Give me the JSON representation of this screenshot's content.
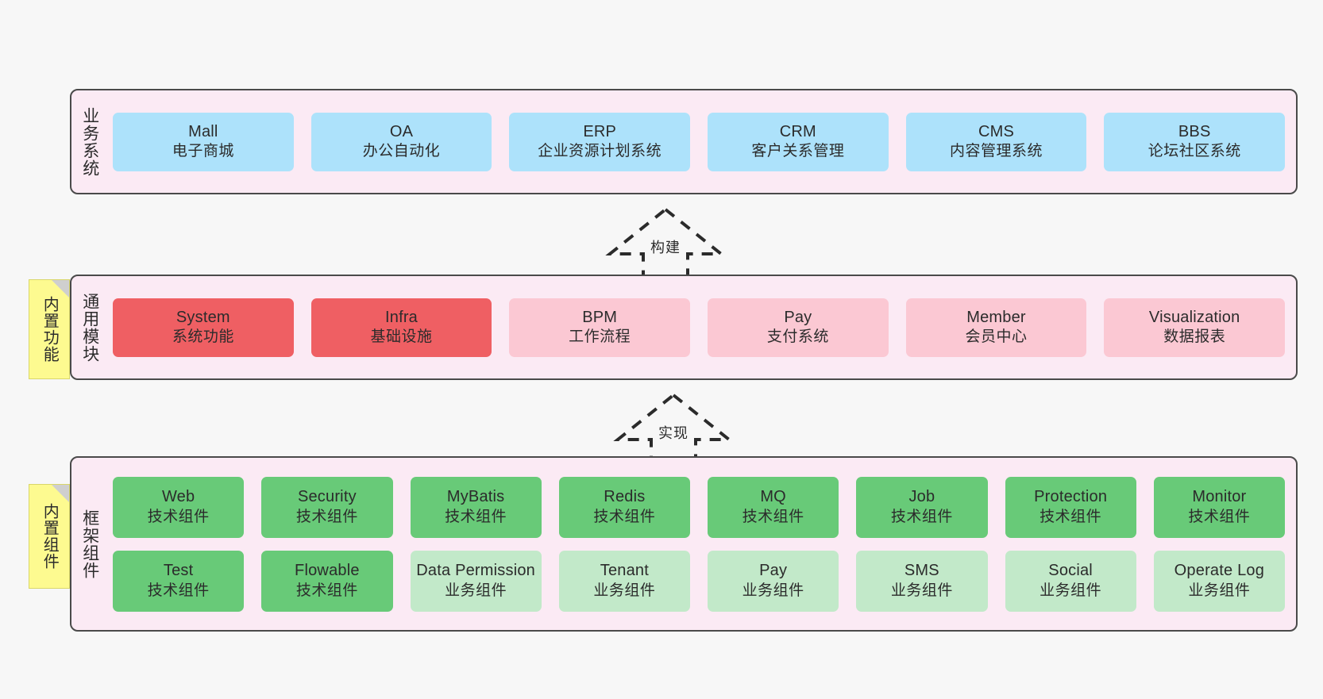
{
  "diagram": {
    "background_color": "#f7f7f7",
    "band_fill": "#fbeaf4",
    "band_border": "#4a4a4a",
    "sticky_color": "#fdfa90"
  },
  "layers": [
    {
      "id": "business",
      "title": "业务系统",
      "sticky": null,
      "rows": [
        {
          "cards": [
            {
              "en": "Mall",
              "cn": "电子商城",
              "color": "#ade2fb",
              "style": "blue"
            },
            {
              "en": "OA",
              "cn": "办公自动化",
              "color": "#ade2fb",
              "style": "blue"
            },
            {
              "en": "ERP",
              "cn": "企业资源计划系统",
              "color": "#ade2fb",
              "style": "blue"
            },
            {
              "en": "CRM",
              "cn": "客户关系管理",
              "color": "#ade2fb",
              "style": "blue"
            },
            {
              "en": "CMS",
              "cn": "内容管理系统",
              "color": "#ade2fb",
              "style": "blue"
            },
            {
              "en": "BBS",
              "cn": "论坛社区系统",
              "color": "#ade2fb",
              "style": "blue"
            }
          ]
        }
      ]
    },
    {
      "id": "common",
      "title": "通用模块",
      "sticky": "内置功能",
      "rows": [
        {
          "cards": [
            {
              "en": "System",
              "cn": "系统功能",
              "color": "#ef5f63",
              "style": "red"
            },
            {
              "en": "Infra",
              "cn": "基础设施",
              "color": "#ef5f63",
              "style": "red"
            },
            {
              "en": "BPM",
              "cn": "工作流程",
              "color": "#fbc8d3",
              "style": "pink"
            },
            {
              "en": "Pay",
              "cn": "支付系统",
              "color": "#fbc8d3",
              "style": "pink"
            },
            {
              "en": "Member",
              "cn": "会员中心",
              "color": "#fbc8d3",
              "style": "pink"
            },
            {
              "en": "Visualization",
              "cn": "数据报表",
              "color": "#fbc8d3",
              "style": "pink"
            }
          ]
        }
      ]
    },
    {
      "id": "framework",
      "title": "框架组件",
      "sticky": "内置组件",
      "rows": [
        {
          "cards": [
            {
              "en": "Web",
              "cn": "技术组件",
              "color": "#68ca78",
              "style": "green"
            },
            {
              "en": "Security",
              "cn": "技术组件",
              "color": "#68ca78",
              "style": "green"
            },
            {
              "en": "MyBatis",
              "cn": "技术组件",
              "color": "#68ca78",
              "style": "green"
            },
            {
              "en": "Redis",
              "cn": "技术组件",
              "color": "#68ca78",
              "style": "green"
            },
            {
              "en": "MQ",
              "cn": "技术组件",
              "color": "#68ca78",
              "style": "green"
            },
            {
              "en": "Job",
              "cn": "技术组件",
              "color": "#68ca78",
              "style": "green"
            },
            {
              "en": "Protection",
              "cn": "技术组件",
              "color": "#68ca78",
              "style": "green"
            },
            {
              "en": "Monitor",
              "cn": "技术组件",
              "color": "#68ca78",
              "style": "green"
            }
          ]
        },
        {
          "cards": [
            {
              "en": "Test",
              "cn": "技术组件",
              "color": "#68ca78",
              "style": "green"
            },
            {
              "en": "Flowable",
              "cn": "技术组件",
              "color": "#68ca78",
              "style": "green"
            },
            {
              "en": "Data Permission",
              "cn": "业务组件",
              "color": "#c2e9c9",
              "style": "greenlight"
            },
            {
              "en": "Tenant",
              "cn": "业务组件",
              "color": "#c2e9c9",
              "style": "greenlight"
            },
            {
              "en": "Pay",
              "cn": "业务组件",
              "color": "#c2e9c9",
              "style": "greenlight"
            },
            {
              "en": "SMS",
              "cn": "业务组件",
              "color": "#c2e9c9",
              "style": "greenlight"
            },
            {
              "en": "Social",
              "cn": "业务组件",
              "color": "#c2e9c9",
              "style": "greenlight"
            },
            {
              "en": "Operate Log",
              "cn": "业务组件",
              "color": "#c2e9c9",
              "style": "greenlight"
            }
          ]
        }
      ]
    }
  ],
  "arrows": [
    {
      "id": "build",
      "label": "构建",
      "direction": "up"
    },
    {
      "id": "realize",
      "label": "实现",
      "direction": "up"
    }
  ]
}
